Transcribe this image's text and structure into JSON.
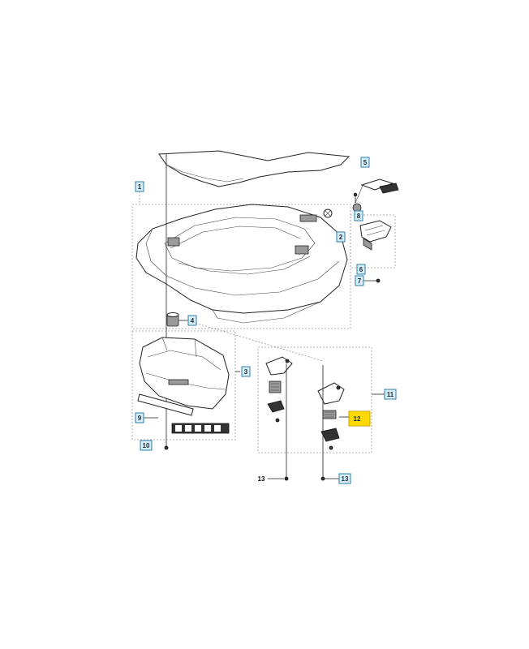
{
  "callouts": [
    {
      "id": "c1",
      "label": "1"
    },
    {
      "id": "c2",
      "label": "2"
    },
    {
      "id": "c3",
      "label": "3"
    },
    {
      "id": "c4",
      "label": "4"
    },
    {
      "id": "c5",
      "label": "5"
    },
    {
      "id": "c6",
      "label": "6"
    },
    {
      "id": "c7",
      "label": "7"
    },
    {
      "id": "c8",
      "label": "8"
    },
    {
      "id": "c9",
      "label": "9"
    },
    {
      "id": "c10",
      "label": "10"
    },
    {
      "id": "c11",
      "label": "11"
    },
    {
      "id": "c12",
      "label": "12",
      "highlighted": true
    },
    {
      "id": "c13a",
      "label": "13"
    },
    {
      "id": "c13b",
      "label": "13"
    }
  ],
  "colors": {
    "callout_fill": "#d7eef7",
    "callout_border": "#2a7fa8",
    "highlight": "#ffd800"
  }
}
